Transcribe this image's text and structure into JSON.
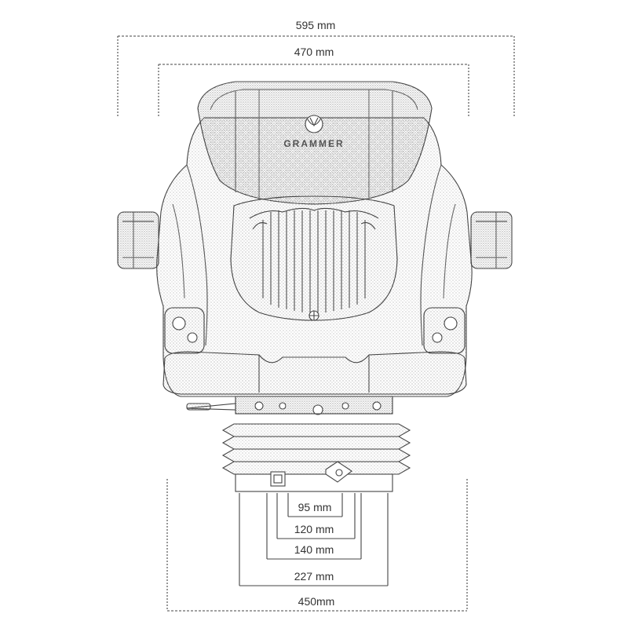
{
  "brand": {
    "name": "GRAMMER"
  },
  "dimensions": {
    "overall_width": "595 mm",
    "backrest_width": "470 mm",
    "base_95": "95 mm",
    "base_120": "120 mm",
    "base_140": "140 mm",
    "base_227": "227 mm",
    "base_450": "450mm"
  },
  "colors": {
    "line": "#444444",
    "stipple": "#999999"
  }
}
